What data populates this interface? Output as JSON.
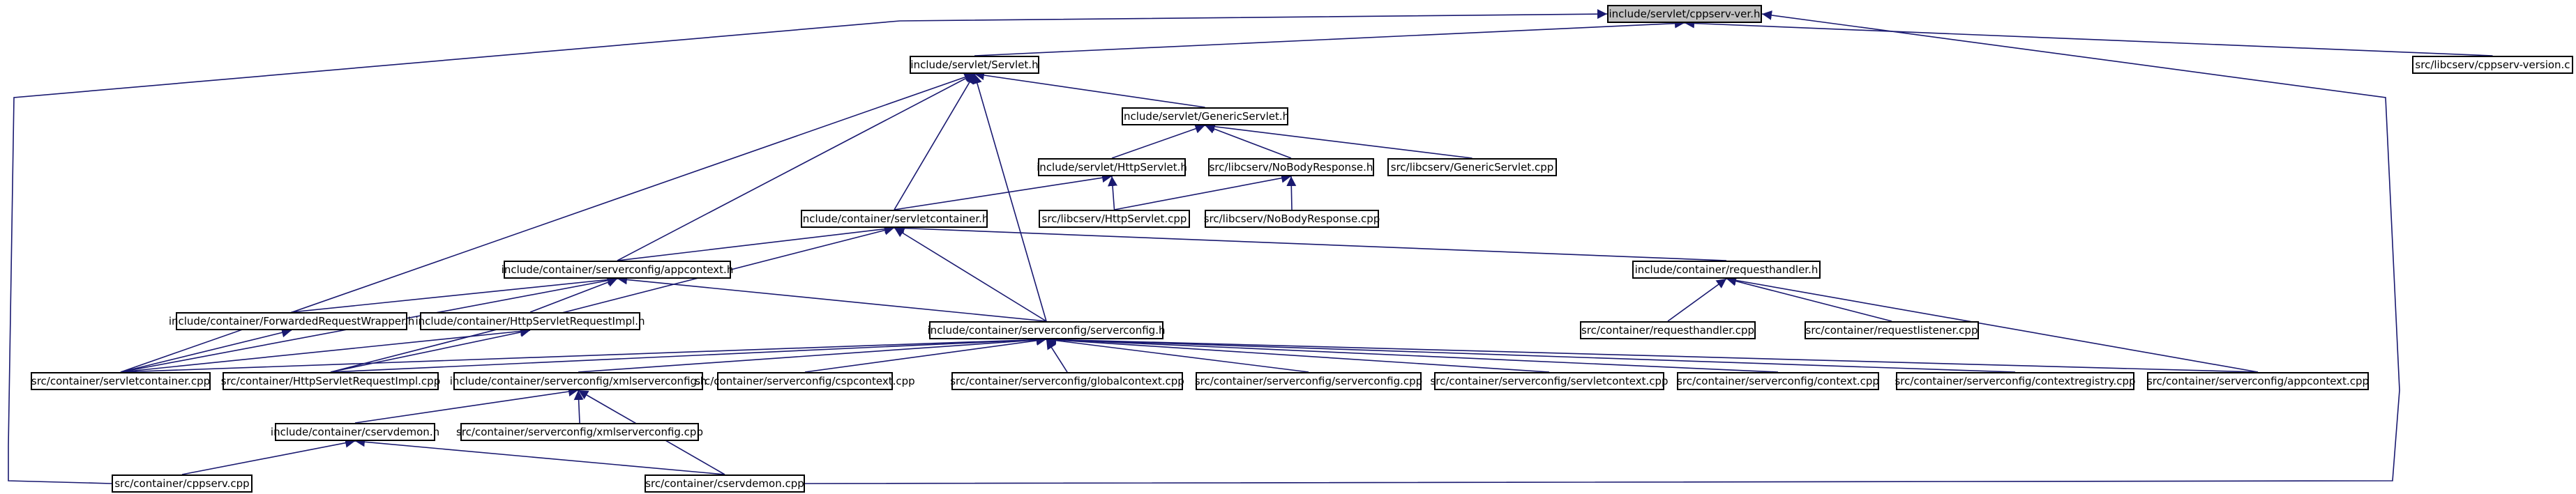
{
  "nodes": [
    {
      "id": "cppserv_ver",
      "label": "include/servlet/cppserv-ver.h",
      "root": true
    },
    {
      "id": "servlet_h",
      "label": "include/servlet/Servlet.h"
    },
    {
      "id": "libcserv_version",
      "label": "src/libcserv/cppserv-version.c"
    },
    {
      "id": "genericservlet_h",
      "label": "include/servlet/GenericServlet.h"
    },
    {
      "id": "httpservlet_h",
      "label": "include/servlet/HttpServlet.h"
    },
    {
      "id": "nobody_h",
      "label": "src/libcserv/NoBodyResponse.h"
    },
    {
      "id": "genericservlet_cpp",
      "label": "src/libcserv/GenericServlet.cpp"
    },
    {
      "id": "servletcontainer_h",
      "label": "include/container/servletcontainer.h"
    },
    {
      "id": "httpservlet_cpp",
      "label": "src/libcserv/HttpServlet.cpp"
    },
    {
      "id": "nobody_cpp",
      "label": "src/libcserv/NoBodyResponse.cpp"
    },
    {
      "id": "appcontext_h",
      "label": "include/container/serverconfig/appcontext.h"
    },
    {
      "id": "requesthandler_h",
      "label": "include/container/requesthandler.h"
    },
    {
      "id": "fwdreq_h",
      "label": "include/container/ForwardedRequestWrapper.h"
    },
    {
      "id": "httpreqimpl_h",
      "label": "include/container/HttpServletRequestImpl.h"
    },
    {
      "id": "serverconfig_h",
      "label": "include/container/serverconfig/serverconfig.h"
    },
    {
      "id": "requesthandler_cpp",
      "label": "src/container/requesthandler.cpp"
    },
    {
      "id": "requestlistener_cpp",
      "label": "src/container/requestlistener.cpp"
    },
    {
      "id": "servletcontainer_cpp",
      "label": "src/container/servletcontainer.cpp"
    },
    {
      "id": "httpreqimpl_cpp",
      "label": "src/container/HttpServletRequestImpl.cpp"
    },
    {
      "id": "xmlserverconfig_h",
      "label": "include/container/serverconfig/xmlserverconfig.h"
    },
    {
      "id": "cspcontext_cpp",
      "label": "src/container/serverconfig/cspcontext.cpp"
    },
    {
      "id": "globalcontext_cpp",
      "label": "src/container/serverconfig/globalcontext.cpp"
    },
    {
      "id": "serverconfig_cpp",
      "label": "src/container/serverconfig/serverconfig.cpp"
    },
    {
      "id": "servletcontext_cpp",
      "label": "src/container/serverconfig/servletcontext.cpp"
    },
    {
      "id": "context_cpp",
      "label": "src/container/serverconfig/context.cpp"
    },
    {
      "id": "contextregistry_cpp",
      "label": "src/container/serverconfig/contextregistry.cpp"
    },
    {
      "id": "appcontext_cpp",
      "label": "src/container/serverconfig/appcontext.cpp"
    },
    {
      "id": "cservdemon_h",
      "label": "include/container/cservdemon.h"
    },
    {
      "id": "xmlserverconfig_cpp",
      "label": "src/container/serverconfig/xmlserverconfig.cpp"
    },
    {
      "id": "cppserv_cpp",
      "label": "src/container/cppserv.cpp"
    },
    {
      "id": "cservdemon_cpp",
      "label": "src/container/cservdemon.cpp"
    }
  ],
  "edges": [
    [
      "servlet_h",
      "cppserv_ver"
    ],
    [
      "libcserv_version",
      "cppserv_ver"
    ],
    [
      "cppserv_cpp",
      "cppserv_ver"
    ],
    [
      "cservdemon_cpp",
      "cppserv_ver"
    ],
    [
      "genericservlet_h",
      "servlet_h"
    ],
    [
      "servletcontainer_h",
      "servlet_h"
    ],
    [
      "appcontext_h",
      "servlet_h"
    ],
    [
      "serverconfig_h",
      "servlet_h"
    ],
    [
      "servletcontainer_cpp",
      "servlet_h"
    ],
    [
      "httpservlet_h",
      "genericservlet_h"
    ],
    [
      "nobody_h",
      "genericservlet_h"
    ],
    [
      "genericservlet_cpp",
      "genericservlet_h"
    ],
    [
      "servletcontainer_h",
      "httpservlet_h"
    ],
    [
      "httpservlet_cpp",
      "httpservlet_h"
    ],
    [
      "httpservlet_cpp",
      "nobody_h"
    ],
    [
      "nobody_cpp",
      "nobody_h"
    ],
    [
      "appcontext_h",
      "servletcontainer_h"
    ],
    [
      "requesthandler_h",
      "servletcontainer_h"
    ],
    [
      "serverconfig_h",
      "servletcontainer_h"
    ],
    [
      "httpreqimpl_cpp",
      "servletcontainer_h"
    ],
    [
      "fwdreq_h",
      "appcontext_h"
    ],
    [
      "httpreqimpl_h",
      "appcontext_h"
    ],
    [
      "serverconfig_h",
      "appcontext_h"
    ],
    [
      "servletcontainer_cpp",
      "appcontext_h"
    ],
    [
      "requesthandler_cpp",
      "requesthandler_h"
    ],
    [
      "requestlistener_cpp",
      "requesthandler_h"
    ],
    [
      "appcontext_cpp",
      "requesthandler_h"
    ],
    [
      "servletcontainer_cpp",
      "fwdreq_h"
    ],
    [
      "servletcontainer_cpp",
      "httpreqimpl_h"
    ],
    [
      "httpreqimpl_cpp",
      "httpreqimpl_h"
    ],
    [
      "servletcontainer_cpp",
      "serverconfig_h"
    ],
    [
      "httpreqimpl_cpp",
      "serverconfig_h"
    ],
    [
      "xmlserverconfig_h",
      "serverconfig_h"
    ],
    [
      "cspcontext_cpp",
      "serverconfig_h"
    ],
    [
      "globalcontext_cpp",
      "serverconfig_h"
    ],
    [
      "serverconfig_cpp",
      "serverconfig_h"
    ],
    [
      "servletcontext_cpp",
      "serverconfig_h"
    ],
    [
      "context_cpp",
      "serverconfig_h"
    ],
    [
      "contextregistry_cpp",
      "serverconfig_h"
    ],
    [
      "appcontext_cpp",
      "serverconfig_h"
    ],
    [
      "cservdemon_h",
      "xmlserverconfig_h"
    ],
    [
      "xmlserverconfig_cpp",
      "xmlserverconfig_h"
    ],
    [
      "cservdemon_cpp",
      "xmlserverconfig_h"
    ],
    [
      "cppserv_cpp",
      "cservdemon_h"
    ],
    [
      "cservdemon_cpp",
      "cservdemon_h"
    ]
  ],
  "colors": {
    "node_border": "#000000",
    "root_fill": "#c0c0c0",
    "node_fill": "#ffffff",
    "edge_stroke": "#191970"
  }
}
